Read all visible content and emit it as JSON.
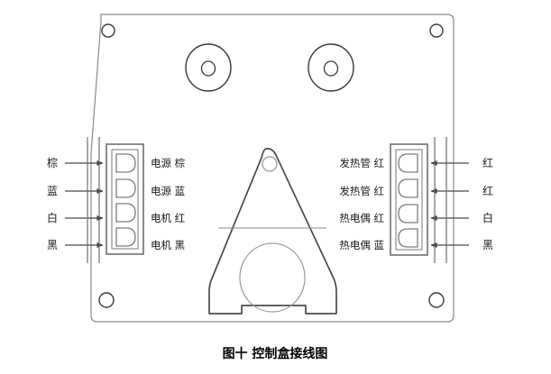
{
  "figure": {
    "caption": "图十  控制盒接线图",
    "background_color": "#ffffff",
    "line_color": "#4a4a4a",
    "panel_stroke": "#8a8a8a"
  },
  "panel": {
    "name": "控制盒面板",
    "corner_holes": 4,
    "knobs": 2
  },
  "bracket": {
    "name": "三角支架",
    "top_hole": true,
    "center_circle": true
  },
  "left_block": {
    "name": "左接线端子排",
    "terminal_count": 4,
    "outer_labels": [
      {
        "text": "棕",
        "color_name": "brown"
      },
      {
        "text": "蓝",
        "color_name": "blue"
      },
      {
        "text": "白",
        "color_name": "white"
      },
      {
        "text": "黑",
        "color_name": "black"
      }
    ],
    "inner_labels": [
      {
        "text": "电源 棕"
      },
      {
        "text": "电源 蓝"
      },
      {
        "text": "电机 红"
      },
      {
        "text": "电机 黑"
      }
    ]
  },
  "right_block": {
    "name": "右接线端子排",
    "terminal_count": 4,
    "inner_labels": [
      {
        "text": "发热管 红"
      },
      {
        "text": "发热管 红"
      },
      {
        "text": "热电偶 红"
      },
      {
        "text": "热电偶 蓝"
      }
    ],
    "outer_labels": [
      {
        "text": "红",
        "color_name": "red"
      },
      {
        "text": "红",
        "color_name": "red"
      },
      {
        "text": "白",
        "color_name": "white"
      },
      {
        "text": "黑",
        "color_name": "black"
      }
    ]
  }
}
